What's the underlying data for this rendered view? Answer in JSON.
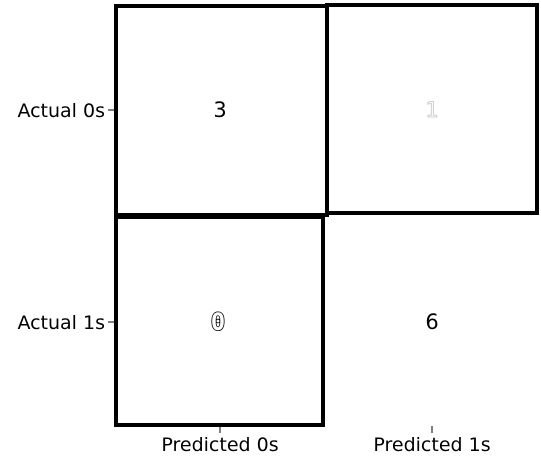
{
  "chart_data": {
    "type": "heatmap",
    "row_labels": [
      "Actual 0s",
      "Actual 1s"
    ],
    "col_labels": [
      "Predicted 0s",
      "Predicted 1s"
    ],
    "values": [
      [
        3,
        1
      ],
      [
        0,
        6
      ]
    ],
    "value_labels": [
      [
        "3",
        "1"
      ],
      [
        "0",
        "6"
      ]
    ],
    "colors": {
      "cell_fill": "#ffffff",
      "box_stroke": "#000000",
      "text": "#000000"
    }
  }
}
